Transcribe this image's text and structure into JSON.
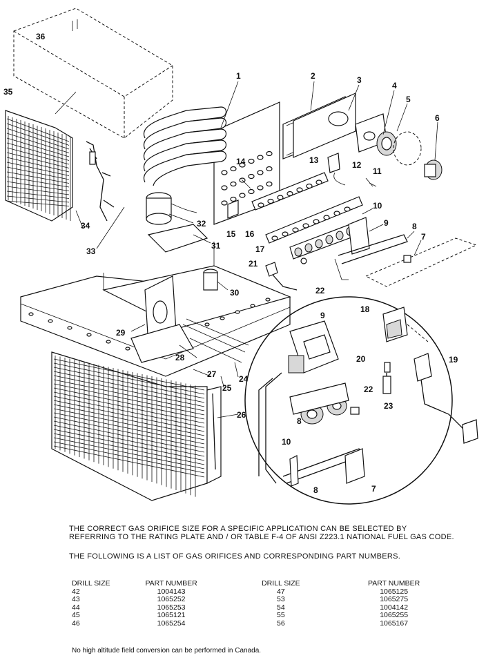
{
  "callouts": {
    "n1": "1",
    "n2": "2",
    "n3": "3",
    "n4": "4",
    "n5": "5",
    "n6": "6",
    "n7": "7",
    "n7b": "7",
    "n8": "8",
    "n8b": "8",
    "n8c": "8",
    "n9": "9",
    "n9b": "9",
    "n10": "10",
    "n10b": "10",
    "n11": "11",
    "n12": "12",
    "n13": "13",
    "n14": "14",
    "n15": "15",
    "n16": "16",
    "n17": "17",
    "n18": "18",
    "n19": "19",
    "n20": "20",
    "n21": "21",
    "n22": "22",
    "n22b": "22",
    "n23": "23",
    "n24": "24",
    "n25": "25",
    "n26": "26",
    "n27": "27",
    "n28": "28",
    "n29": "29",
    "n30": "30",
    "n31": "31",
    "n32": "32",
    "n33": "33",
    "n34": "34",
    "n35": "35",
    "n36": "36"
  },
  "notes": {
    "orifice_note": "THE CORRECT GAS ORIFICE SIZE FOR A SPECIFIC APPLICATION CAN BE SELECTED BY REFERRING TO THE RATING PLATE AND / OR TABLE F-4 OF ANSI Z223.1 NATIONAL FUEL GAS CODE.",
    "list_intro": "THE FOLLOWING IS A LIST OF GAS ORIFICES AND CORRESPONDING PART NUMBERS."
  },
  "table": {
    "headers": [
      "DRILL SIZE",
      "PART NUMBER",
      "DRILL SIZE",
      "PART NUMBER"
    ],
    "rows": [
      [
        "42",
        "1004143",
        "47",
        "1065125"
      ],
      [
        "43",
        "1065252",
        "53",
        "1065275"
      ],
      [
        "44",
        "1065253",
        "54",
        "1004142"
      ],
      [
        "45",
        "1065121",
        "55",
        "1065255"
      ],
      [
        "46",
        "1065254",
        "56",
        "1065167"
      ]
    ]
  },
  "footnote": "No high altitude field conversion can be performed in Canada."
}
